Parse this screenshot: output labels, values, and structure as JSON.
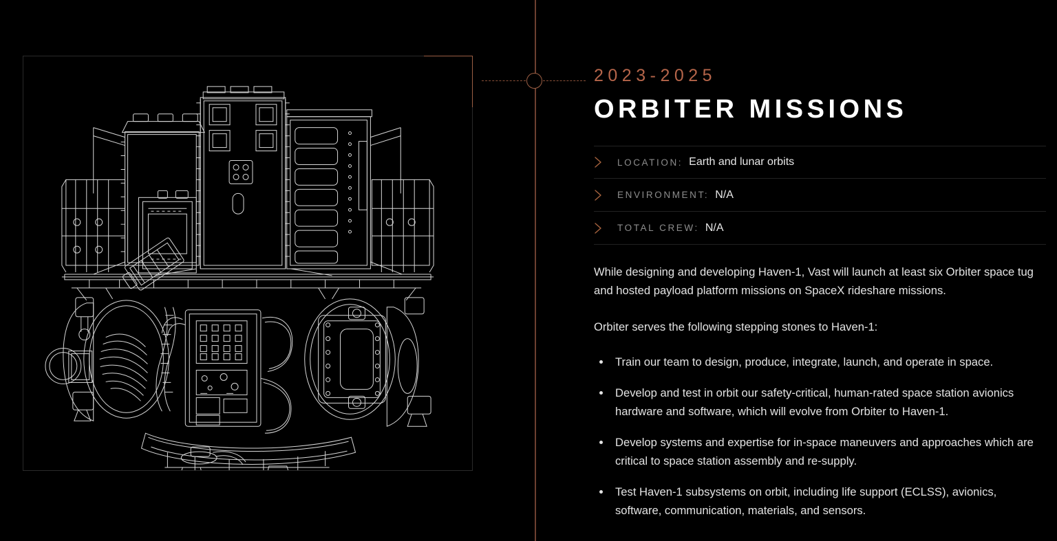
{
  "media": {
    "alt_name": "orbiter-spacecraft-technical-line-drawing",
    "corner_accent_color": "#9c5f44",
    "frame_border_color": "#2a2a2a"
  },
  "timeline": {
    "rail_color": "#6d4030",
    "node_color": "#9c5f44",
    "connector_style": "dashed"
  },
  "header": {
    "year_range": "2023-2025",
    "title": "ORBITER MISSIONS",
    "year_color": "#b5654a",
    "title_color": "#ffffff"
  },
  "specs": [
    {
      "icon": "chevron-right-icon",
      "label": "LOCATION:",
      "value": "Earth and lunar orbits"
    },
    {
      "icon": "chevron-right-icon",
      "label": "ENVIRONMENT:",
      "value": "N/A"
    },
    {
      "icon": "chevron-right-icon",
      "label": "TOTAL CREW:",
      "value": "N/A"
    }
  ],
  "body": {
    "paragraphs": [
      "While designing and developing Haven-1, Vast will launch at least six Orbiter space tug and hosted payload platform missions on SpaceX rideshare missions.",
      "Orbiter serves the following stepping stones to Haven-1:"
    ],
    "bullets": [
      "Train our team to design, produce, integrate, launch, and operate in space.",
      "Develop and test in orbit our safety-critical, human-rated space station avionics hardware and software, which will evolve from Orbiter to Haven-1.",
      "Develop systems and expertise for in-space maneuvers and approaches which are critical to space station assembly and re-supply.",
      "Test Haven-1 subsystems on orbit, including life support (ECLSS), avionics, software, communication, materials, and sensors."
    ]
  }
}
